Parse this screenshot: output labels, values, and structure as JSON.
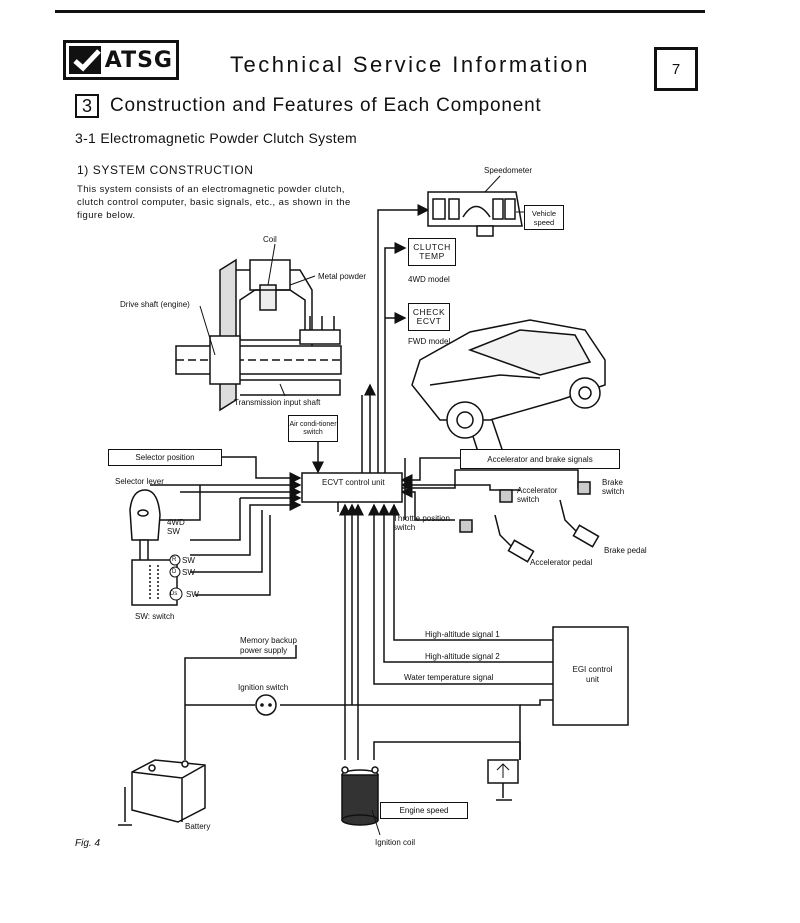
{
  "header": {
    "logo_text": "ATSG",
    "title": "Technical Service Information",
    "page_number": "7"
  },
  "section": {
    "number": "3",
    "title": "Construction and Features of Each Component",
    "subtitle": "3-1   Electromagnetic Powder Clutch System",
    "system_heading": "1)  SYSTEM CONSTRUCTION",
    "intro": "This system consists of an electromagnetic powder clutch, clutch control computer, basic signals, etc., as shown in the figure below."
  },
  "diagram": {
    "speedometer": "Speedometer",
    "vehicle_speed": "Vehicle speed",
    "clutch_temp": "CLUTCH TEMP",
    "model_4wd": "4WD model",
    "check_ecvt": "CHECK ECVT",
    "model_fwd": "FWD model",
    "coil": "Coil",
    "metal_powder": "Metal powder",
    "drive_shaft": "Drive shaft (engine)",
    "input_shaft": "Transmission input shaft",
    "air_conditioner": "Air condi-tioner switch",
    "selector_position": "Selector position",
    "accel_brake_signals": "Accelerator and brake signals",
    "ecvt_unit": "ECVT control unit",
    "selector_lever": "Selector lever",
    "wd4_sw": "4WD SW",
    "r_sw": "SW",
    "d_sw": "SW",
    "ds_sw": "SW",
    "r_mark": "R",
    "d_mark": "D",
    "ds_mark": "Ds",
    "sw_note": "SW: switch",
    "accelerator_switch": "Accelerator switch",
    "brake_switch": "Brake switch",
    "throttle_switch": "Throttle position switch",
    "brake_pedal": "Brake pedal",
    "accelerator_pedal": "Accelerator pedal",
    "high_alt_1": "High-altitude signal 1",
    "high_alt_2": "High-altitude signal 2",
    "water_temp": "Water temperature signal",
    "egi_unit": "EGI control unit",
    "memory_backup": "Memory backup power supply",
    "ignition_switch": "Ignition switch",
    "battery": "Battery",
    "engine_speed": "Engine speed",
    "ignition_coil": "Ignition coil"
  },
  "figure_label": "Fig. 4"
}
